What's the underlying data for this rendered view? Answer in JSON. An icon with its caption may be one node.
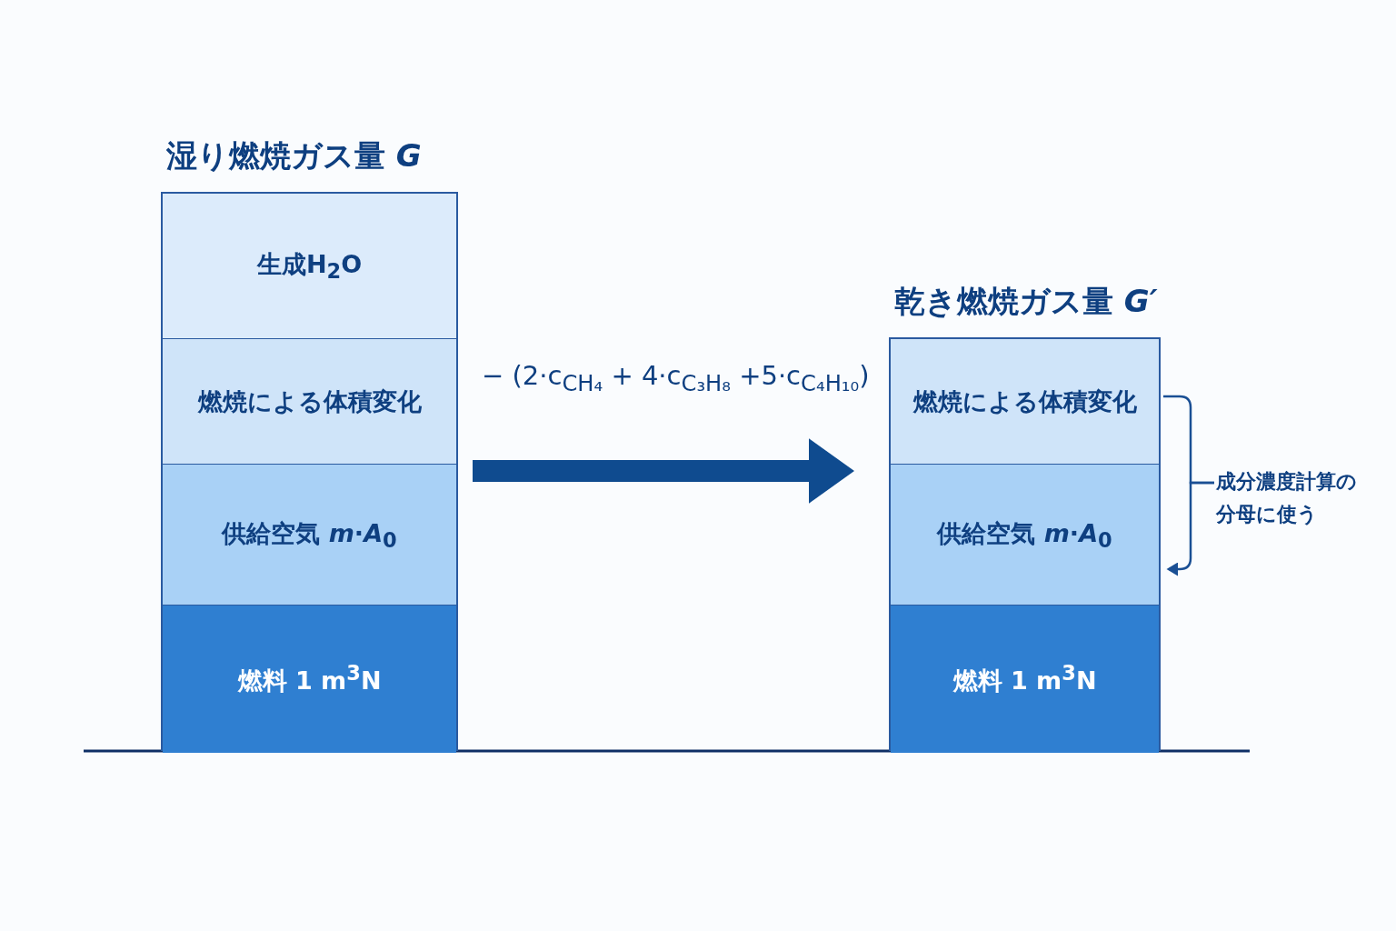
{
  "diagram": {
    "nodes": [
      {
        "text": [
          "湿り燃焼ガス量 *G*"
        ]
      },
      {
        "text": [
          "生成H$_{2}$O"
        ],
        "in": 0
      },
      {
        "text": [
          "燃焼による体積変化"
        ],
        "in": 0
      },
      {
        "text": [
          "供給空気 *m*·*A*$_{0}$"
        ],
        "in": 0
      },
      {
        "text": [
          "燃料 1 m$^{3}$N"
        ],
        "in": 0
      },
      {
        "text": [
          "乾き燃焼ガス量 *G′*"
        ]
      },
      {
        "text": [
          "燃焼による体積変化"
        ],
        "in": 5
      },
      {
        "text": [
          "供給空気 *m*·*A*$_{0}$"
        ],
        "in": 5
      },
      {
        "text": [
          "燃料 1 m$^{3}$N"
        ],
        "in": 5
      },
      {
        "text": [
          "成分濃度計算の分母に使う"
        ]
      }
    ],
    "edges": [
      {
        "from": 0,
        "to": 5,
        "arrow": "to",
        "style": "thick",
        "label": "− (2·c$_{CH₄}$ + 4·c$_{C₃H₈}$ +5·c$_{C₄H₁₀}$)"
      },
      {
        "from": 9,
        "to": 6,
        "arrow": "none"
      },
      {
        "from": 9,
        "to": 7,
        "arrow": "to"
      }
    ]
  }
}
